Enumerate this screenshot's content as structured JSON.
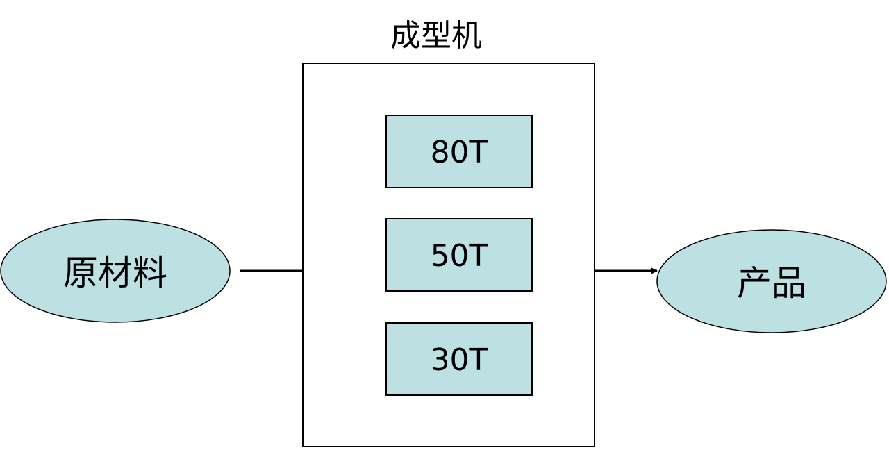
{
  "machine_group": {
    "title": "成型机",
    "machines": [
      {
        "label": "80T"
      },
      {
        "label": "50T"
      },
      {
        "label": "30T"
      }
    ]
  },
  "input_node": {
    "label": "原材料"
  },
  "output_node": {
    "label": "产品"
  },
  "colors": {
    "node_fill": "#bde0e3",
    "stroke": "#000000",
    "background": "#ffffff"
  }
}
